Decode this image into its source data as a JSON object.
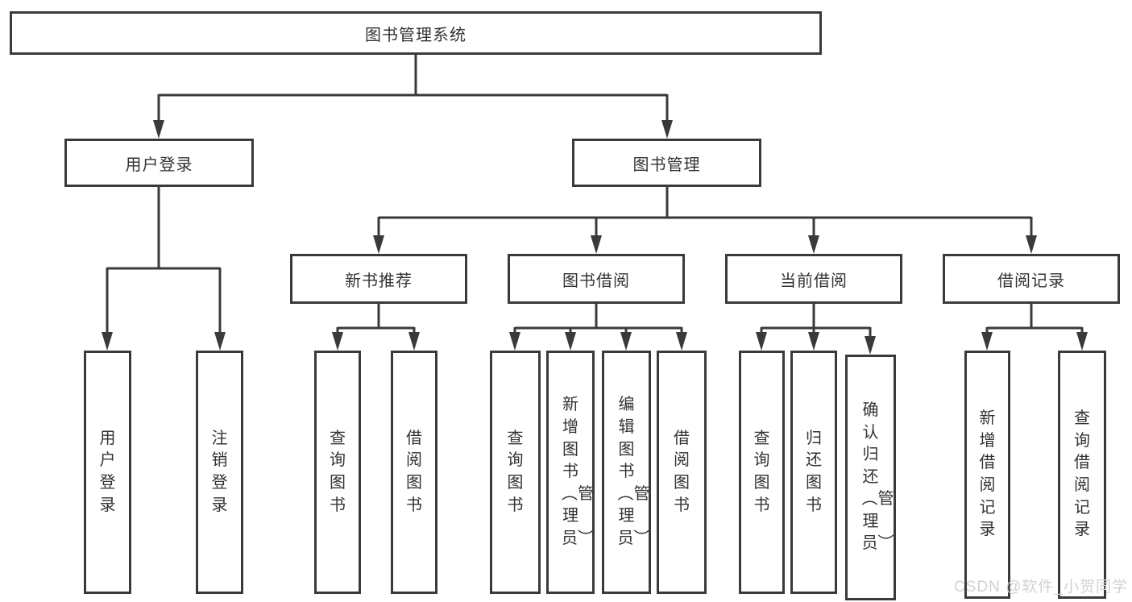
{
  "diagram": {
    "root": {
      "label": "图书管理系统"
    },
    "branches": [
      {
        "label": "用户登录",
        "children": [
          {
            "label": "用户登录"
          },
          {
            "label": "注销登录"
          }
        ]
      },
      {
        "label": "图书管理",
        "groups": [
          {
            "label": "新书推荐",
            "children": [
              {
                "label": "查询图书"
              },
              {
                "label": "借阅图书"
              }
            ]
          },
          {
            "label": "图书借阅",
            "children": [
              {
                "label": "查询图书"
              },
              {
                "label": "新增图书（管理员）"
              },
              {
                "label": "编辑图书（管理员）"
              },
              {
                "label": "借阅图书"
              }
            ]
          },
          {
            "label": "当前借阅",
            "children": [
              {
                "label": "查询图书"
              },
              {
                "label": "归还图书"
              },
              {
                "label": "确认归还（管理员）"
              }
            ]
          },
          {
            "label": "借阅记录",
            "children": [
              {
                "label": "新增借阅记录"
              },
              {
                "label": "查询借阅记录"
              }
            ]
          }
        ]
      }
    ]
  },
  "watermark": {
    "text": "CSDN @软件_小贺同学"
  },
  "colors": {
    "line": "#3a3a3a",
    "text": "#333333",
    "background": "#ffffff",
    "watermark": "#d2d2d2"
  }
}
